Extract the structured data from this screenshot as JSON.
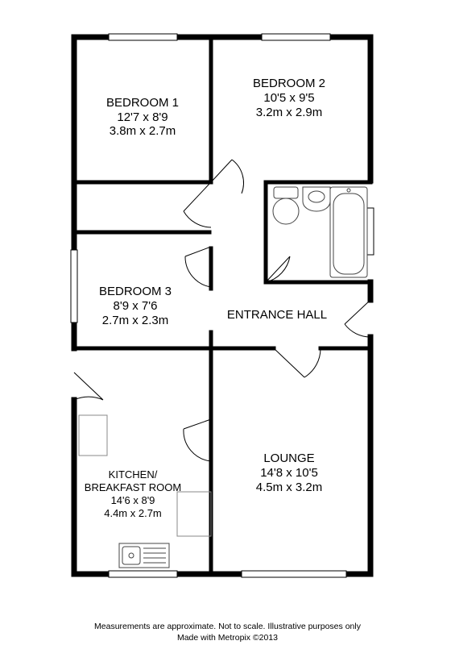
{
  "rooms": {
    "bedroom1": {
      "name": "BEDROOM 1",
      "imperial": "12'7 x 8'9",
      "metric": "3.8m x 2.7m"
    },
    "bedroom2": {
      "name": "BEDROOM 2",
      "imperial": "10'5 x 9'5",
      "metric": "3.2m x 2.9m"
    },
    "bedroom3": {
      "name": "BEDROOM 3",
      "imperial": "8'9 x 7'6",
      "metric": "2.7m x 2.3m"
    },
    "hall": {
      "name": "ENTRANCE HALL"
    },
    "kitchen": {
      "name_line1": "KITCHEN/",
      "name_line2": "BREAKFAST ROOM",
      "imperial": "14'6 x 8'9",
      "metric": "4.4m x 2.7m"
    },
    "lounge": {
      "name": "LOUNGE",
      "imperial": "14'8 x 10'5",
      "metric": "4.5m x 3.2m"
    }
  },
  "footer": {
    "line1": "Measurements are approximate.  Not to scale.  Illustrative purposes only",
    "line2": "Made with Metropix ©2013"
  },
  "colors": {
    "wall": "#000000",
    "fixture": "#888888",
    "background": "#ffffff"
  }
}
